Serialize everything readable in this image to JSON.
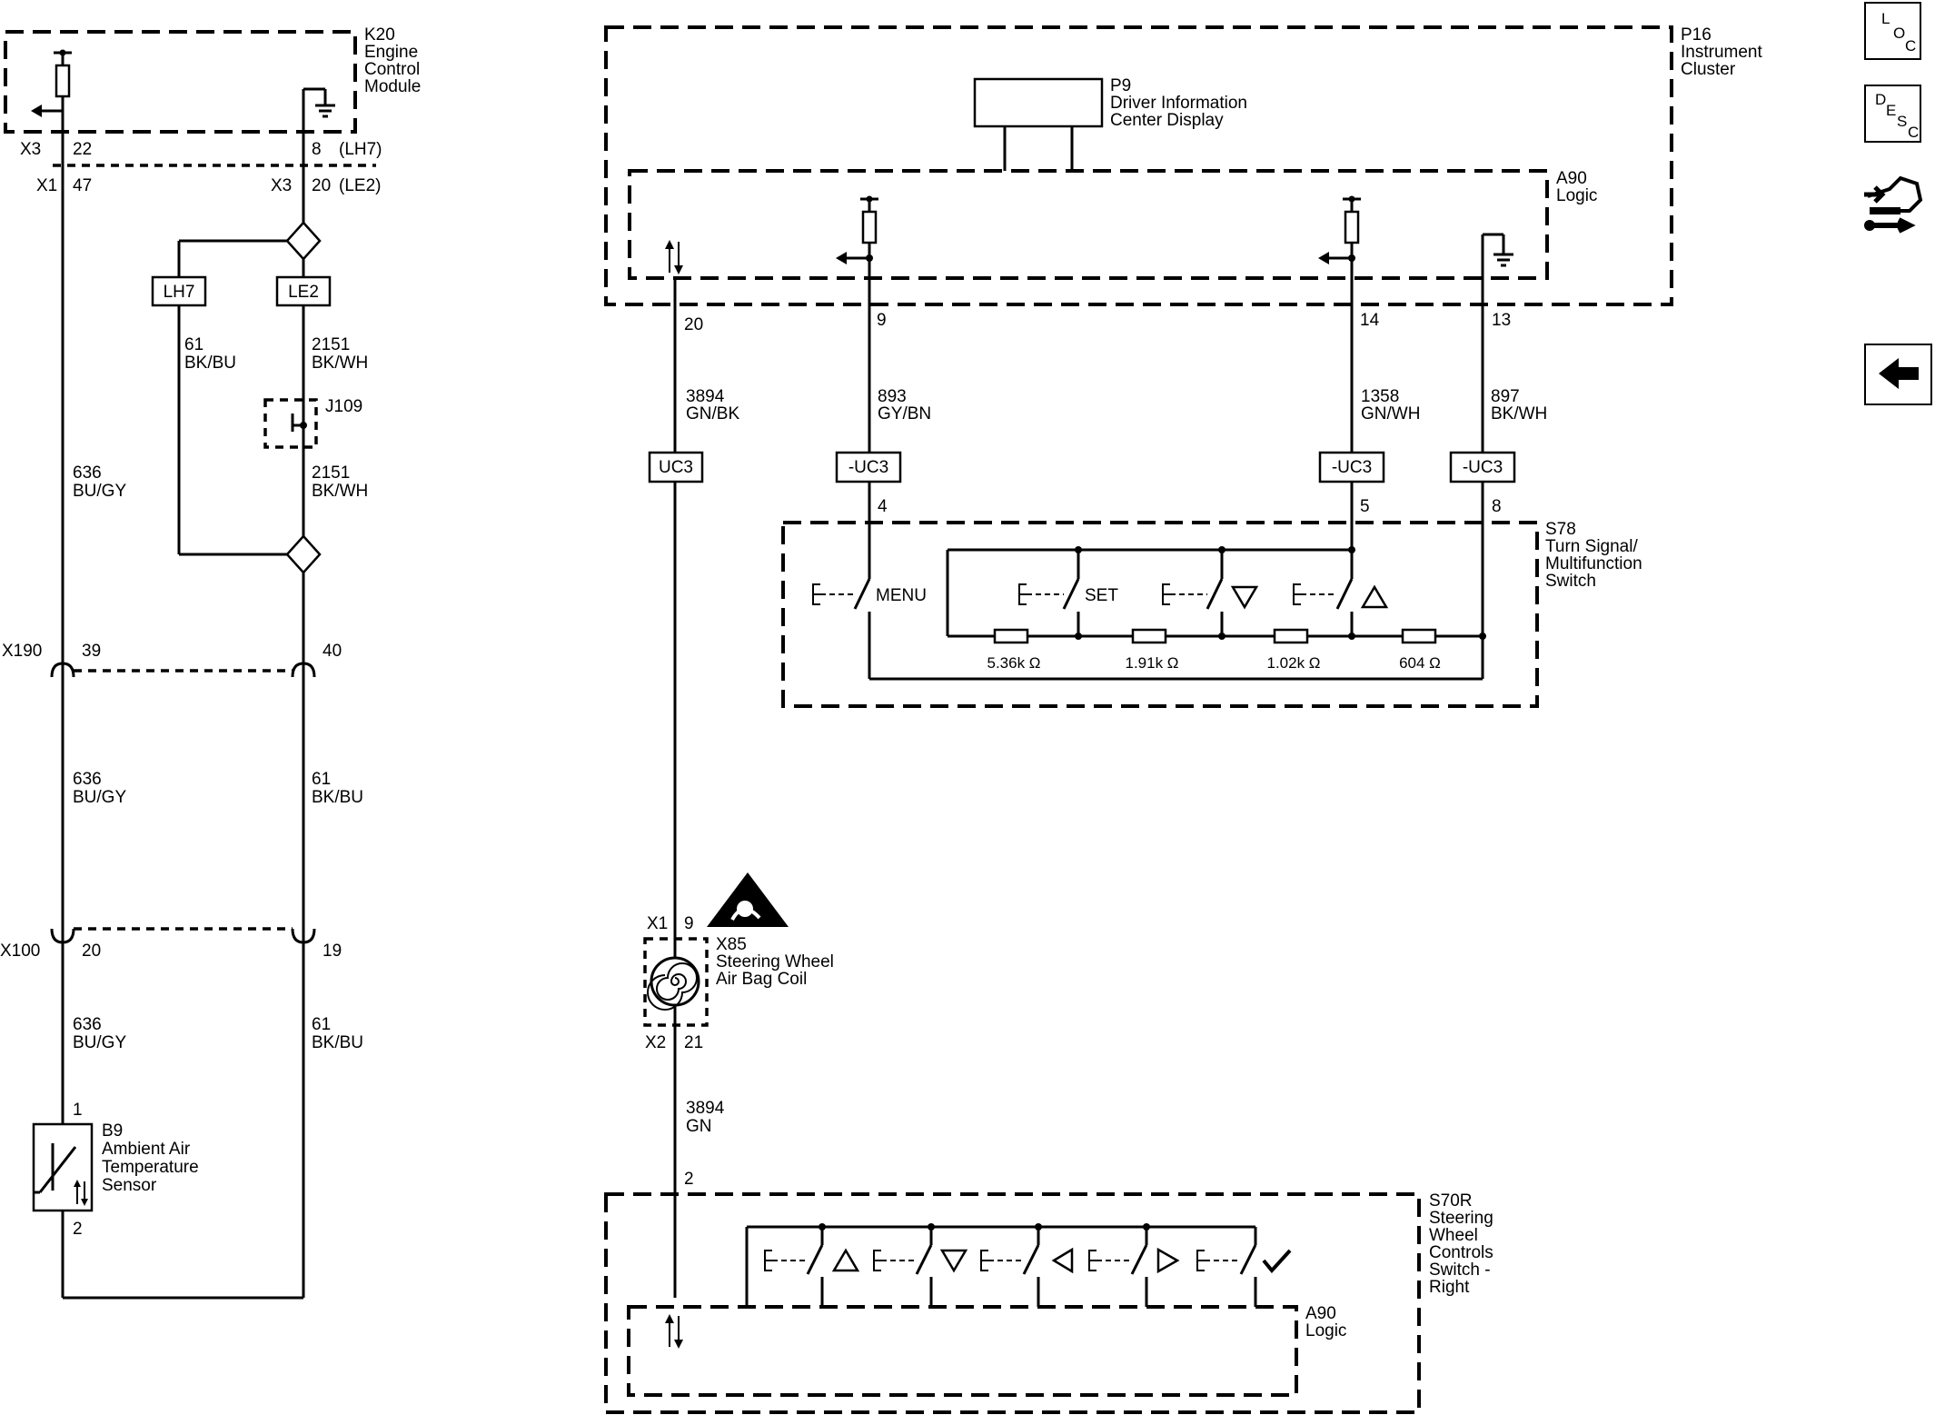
{
  "nav": {
    "loc": [
      "L",
      "O",
      "C"
    ],
    "desc": [
      "D",
      "E",
      "S",
      "C"
    ],
    "back_icon": "back-arrow-icon",
    "connector_icon": "connector-tool-icon"
  },
  "ecm": {
    "id": "K20",
    "name1": "Engine",
    "name2": "Control",
    "name3": "Module",
    "x3": "X3",
    "pin22": "22",
    "pin8": "8",
    "lh7_note": "(LH7)",
    "x1": "X1",
    "pin47": "47",
    "x3b": "X3",
    "pin20": "20",
    "le2_note": "(LE2)",
    "lh7": "LH7",
    "le2": "LE2"
  },
  "wires_left": {
    "w61_num": "61",
    "w61_col": "BK/BU",
    "w2151a_num": "2151",
    "w2151a_col": "BK/WH",
    "j109": "J109",
    "w2151b_num": "2151",
    "w2151b_col": "BK/WH",
    "w636_num": "636",
    "w636_col": "BU/GY",
    "x190": "X190",
    "x190_p39": "39",
    "x190_p40": "40",
    "w636b_num": "636",
    "w636b_col": "BU/GY",
    "w61b_num": "61",
    "w61b_col": "BK/BU",
    "x100": "X100",
    "x100_p20": "20",
    "x100_p19": "19",
    "w636c_num": "636",
    "w636c_col": "BU/GY",
    "w61c_num": "61",
    "w61c_col": "BK/BU"
  },
  "sensor": {
    "pin1": "1",
    "pin2": "2",
    "id": "B9",
    "name1": "Ambient Air",
    "name2": "Temperature",
    "name3": "Sensor"
  },
  "cluster": {
    "id": "P16",
    "name1": "Instrument",
    "name2": "Cluster",
    "p9_id": "P9",
    "p9_name1": "Driver Information",
    "p9_name2": "Center Display",
    "logic_id": "A90",
    "logic_name": "Logic",
    "pin20": "20",
    "pin9": "9",
    "pin14": "14",
    "pin13": "13"
  },
  "wires_mid": {
    "w3894_num": "3894",
    "w3894_col": "GN/BK",
    "w893_num": "893",
    "w893_col": "GY/BN",
    "w1358_num": "1358",
    "w1358_col": "GN/WH",
    "w897_num": "897",
    "w897_col": "BK/WH",
    "uc3": "UC3",
    "nuc3a": "-UC3",
    "nuc3b": "-UC3",
    "nuc3c": "-UC3",
    "p4": "4",
    "p5": "5",
    "p8": "8"
  },
  "s78": {
    "id": "S78",
    "name1": "Turn Signal/",
    "name2": "Multifunction",
    "name3": "Switch",
    "menu": "MENU",
    "set": "SET",
    "r1": "5.36k Ω",
    "r2": "1.91k Ω",
    "r3": "1.02k Ω",
    "r4": "604 Ω"
  },
  "coil": {
    "x1": "X1",
    "pin9": "9",
    "id": "X85",
    "name1": "Steering Wheel",
    "name2": "Air Bag Coil",
    "x2": "X2",
    "pin21": "21",
    "w3894_num": "3894",
    "w3894_col": "GN",
    "pin2": "2"
  },
  "s70r": {
    "id": "S70R",
    "name1": "Steering",
    "name2": "Wheel",
    "name3": "Controls",
    "name4": "Switch -",
    "name5": "Right",
    "logic_id": "A90",
    "logic_name": "Logic"
  }
}
